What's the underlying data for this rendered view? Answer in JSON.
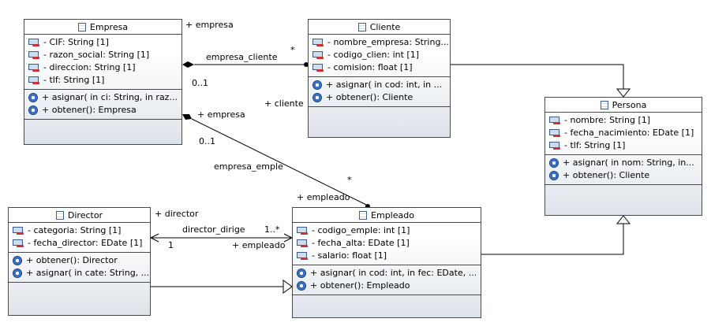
{
  "classes": {
    "empresa": {
      "name": "Empresa",
      "attributes": [
        "- CIF: String [1]",
        "- razon_social: String [1]",
        "- direccion: String [1]",
        "- tlf: String [1]"
      ],
      "operations": [
        "+ asignar(  in ci: String,   in raz...",
        "+ obtener(): Empresa"
      ]
    },
    "cliente": {
      "name": "Cliente",
      "attributes": [
        "- nombre_empresa: String...",
        "- codigo_clien: int [1]",
        "- comision: float [1]"
      ],
      "operations": [
        "+ asignar(  in cod: int,   in ...",
        "+ obtener(): Cliente"
      ]
    },
    "persona": {
      "name": "Persona",
      "attributes": [
        "- nombre: String [1]",
        "- fecha_nacimiento: EDate [1]",
        "- tlf: String [1]"
      ],
      "operations": [
        "+ asignar(  in nom: String,   in...",
        "+ obtener(): Cliente"
      ]
    },
    "director": {
      "name": "Director",
      "attributes": [
        "- categoria: String [1]",
        "- fecha_director: EDate [1]"
      ],
      "operations": [
        "+ obtener(): Director",
        "+ asignar(  in cate: String, ..."
      ]
    },
    "empleado": {
      "name": "Empleado",
      "attributes": [
        "- codigo_emple: int [1]",
        "- fecha_alta: EDate [1]",
        "- salario: float [1]"
      ],
      "operations": [
        "+ asignar(  in cod: int,   in fec: EDate, ...",
        "+ obtener(): Empleado"
      ]
    }
  },
  "edge_labels": {
    "empresa_top": "+ empresa",
    "empresa_cliente": "empresa_cliente",
    "star_cliente": "*",
    "mult_01_a": "0..1",
    "cliente_role": "+ cliente",
    "empresa_role2": "+ empresa",
    "mult_01_b": "0..1",
    "empresa_emple": "empresa_emple",
    "star_empleado": "*",
    "empleado_role_top": "+ empleado",
    "director_role": "+ director",
    "director_dirige": "director_dirige",
    "mult_1n": "1..*",
    "mult_1": "1",
    "empleado_role": "+ empleado"
  },
  "colors": {
    "border": "#4a4a4a",
    "gradient_bottom": "#dde3ea",
    "line": "#000000"
  }
}
